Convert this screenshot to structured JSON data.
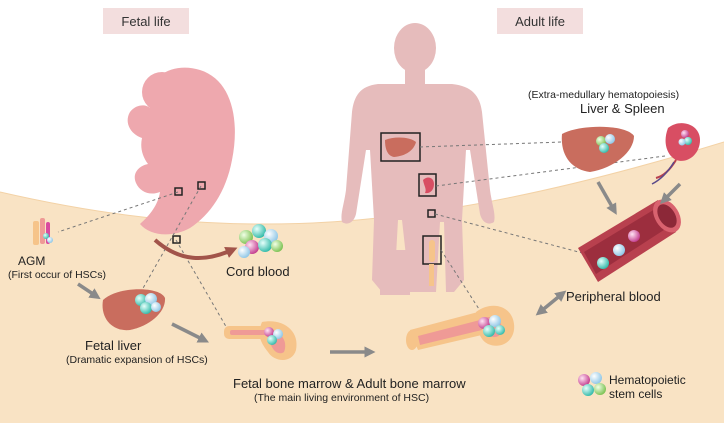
{
  "headers": {
    "fetal": "Fetal life",
    "adult": "Adult life"
  },
  "labels": {
    "agm": "AGM",
    "agm_note": "(First occur of HSCs)",
    "cord_blood": "Cord blood",
    "fetal_liver": "Fetal liver",
    "fetal_liver_note": "(Dramatic expansion of HSCs)",
    "bone_marrow": "Fetal bone marrow & Adult  bone marrow",
    "bone_marrow_note": "(The main living environment of HSC)",
    "extramedullary": "(Extra-medullary hematopoiesis)",
    "liver_spleen": "Liver & Spleen",
    "peripheral_blood": "Peripheral blood",
    "legend_line1": "Hematopoietic",
    "legend_line2": "stem cells"
  },
  "colors": {
    "band": "#f9e3c4",
    "header_bg": "#f3dede",
    "embryo": "#eea8ae",
    "body": "#e6bcbc",
    "organ": "#c96d5e",
    "bone": "#f6c48a",
    "marrow": "#ef9a96",
    "vessel": "#b8404e",
    "cell_teal": "#3cc6b4",
    "cell_pink": "#d94aa0",
    "cell_blue": "#9fd2ec",
    "cell_green": "#8fd26a"
  }
}
